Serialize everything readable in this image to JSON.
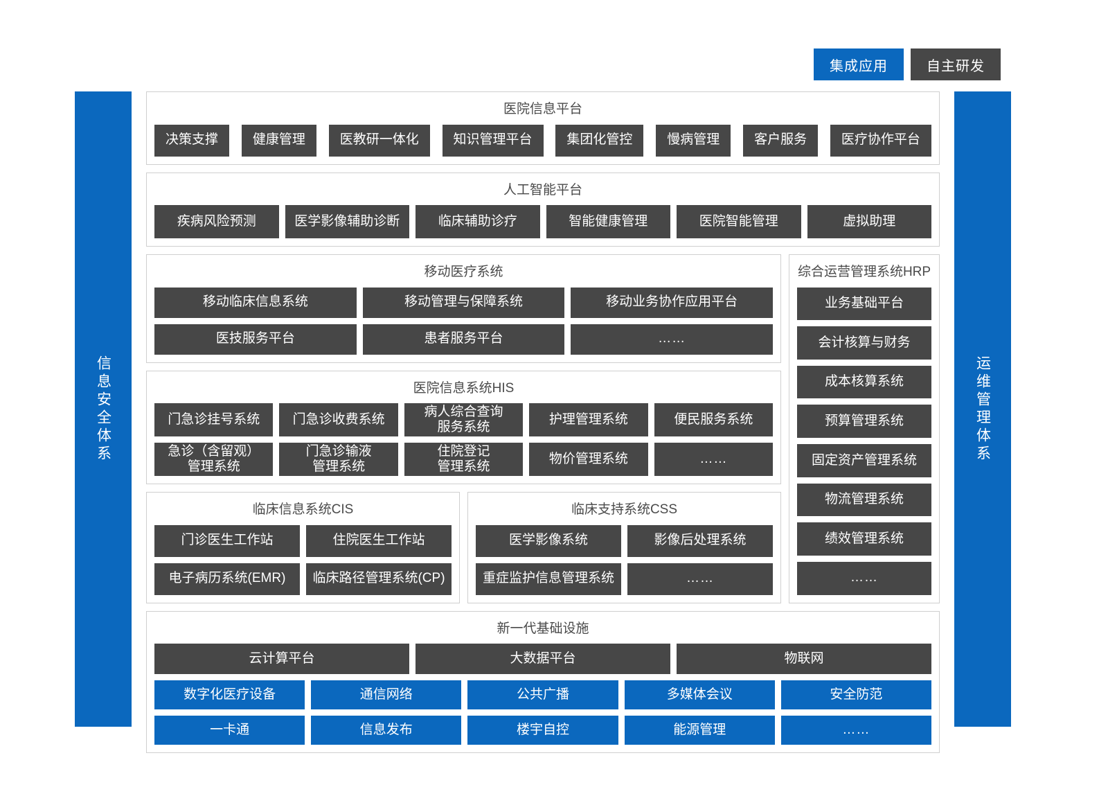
{
  "legend": {
    "integrated": "集成应用",
    "self_developed": "自主研发",
    "colors": {
      "integrated": "#0b68be",
      "self_developed": "#474747"
    }
  },
  "side_bars": {
    "left": "信息安全体系",
    "right": "运维管理体系"
  },
  "hospital_info_platform": {
    "title": "医院信息平台",
    "items": [
      "决策支撑",
      "健康管理",
      "医教研一体化",
      "知识管理平台",
      "集团化管控",
      "慢病管理",
      "客户服务",
      "医疗协作平台"
    ]
  },
  "ai_platform": {
    "title": "人工智能平台",
    "items": [
      "疾病风险预测",
      "医学影像辅助诊断",
      "临床辅助诊疗",
      "智能健康管理",
      "医院智能管理",
      "虚拟助理"
    ]
  },
  "mobile_medical": {
    "title": "移动医疗系统",
    "row1": [
      "移动临床信息系统",
      "移动管理与保障系统",
      "移动业务协作应用平台"
    ],
    "row2": [
      "医技服务平台",
      "患者服务平台",
      "……"
    ]
  },
  "his": {
    "title": "医院信息系统HIS",
    "row1": [
      "门急诊挂号系统",
      "门急诊收费系统",
      "病人综合查询\n服务系统",
      "护理管理系统",
      "便民服务系统"
    ],
    "row2": [
      "急诊（含留观）\n管理系统",
      "门急诊输液\n管理系统",
      "住院登记\n管理系统",
      "物价管理系统",
      "……"
    ]
  },
  "cis": {
    "title": "临床信息系统CIS",
    "row1": [
      "门诊医生工作站",
      "住院医生工作站"
    ],
    "row2": [
      "电子病历系统(EMR)",
      "临床路径管理系统(CP)"
    ]
  },
  "css_panel": {
    "title": "临床支持系统CSS",
    "row1": [
      "医学影像系统",
      "影像后处理系统"
    ],
    "row2": [
      "重症监护信息管理系统",
      "……"
    ]
  },
  "hrp": {
    "title": "综合运营管理系统HRP",
    "items": [
      "业务基础平台",
      "会计核算与财务",
      "成本核算系统",
      "预算管理系统",
      "固定资产管理系统",
      "物流管理系统",
      "绩效管理系统",
      "……"
    ]
  },
  "infrastructure": {
    "title": "新一代基础设施",
    "row1": [
      "云计算平台",
      "大数据平台",
      "物联网"
    ],
    "row2": [
      "数字化医疗设备",
      "通信网络",
      "公共广播",
      "多媒体会议",
      "安全防范"
    ],
    "row3": [
      "一卡通",
      "信息发布",
      "楼宇自控",
      "能源管理",
      "……"
    ]
  }
}
